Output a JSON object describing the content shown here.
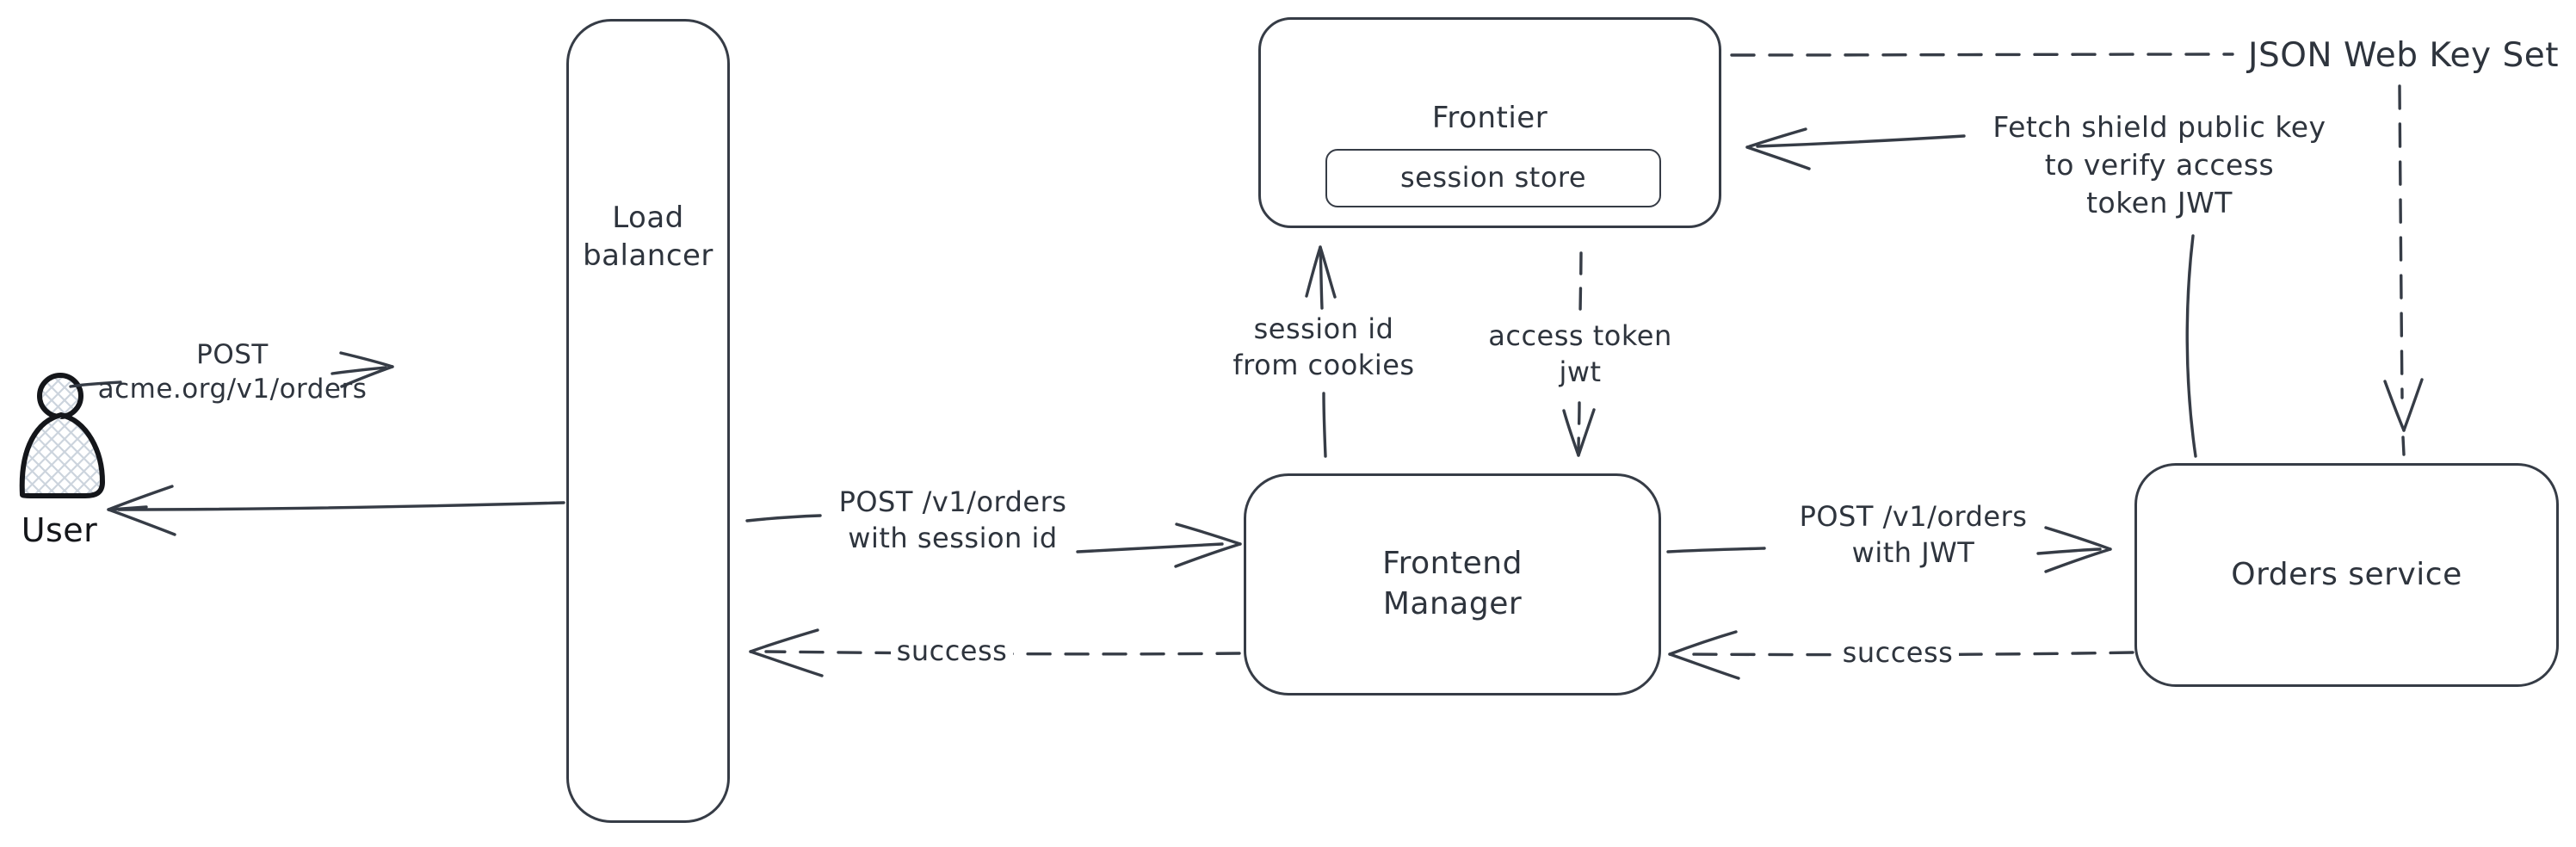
{
  "diagram": {
    "title": "Session to JWT exchange architecture",
    "colors": {
      "background": "#ffffff",
      "stroke": "#363c46",
      "text": "#2e343d",
      "user_icon_stroke": "#14161a",
      "user_icon_hatch": "#ccd4dd"
    },
    "nodes": {
      "user": {
        "label": "User"
      },
      "load_balancer": {
        "line1": "Load",
        "line2": "balancer"
      },
      "frontier": {
        "label": "Frontier",
        "session_store_label": "session store"
      },
      "frontend_manager": {
        "line1": "Frontend",
        "line2": "Manager"
      },
      "orders_service": {
        "label": "Orders service"
      }
    },
    "edges": {
      "user_to_lb": {
        "line1": "POST",
        "line2": "acme.org/v1/orders"
      },
      "lb_to_fm": {
        "line1": "POST /v1/orders",
        "line2": "with session id"
      },
      "fm_to_lb_success": {
        "label": "success"
      },
      "fm_to_orders": {
        "line1": "POST /v1/orders",
        "line2": "with JWT"
      },
      "orders_to_fm_success": {
        "label": "success"
      },
      "fm_to_frontier_session": {
        "line1": "session id",
        "line2": "from cookies"
      },
      "frontier_to_fm_token": {
        "line1": "access token",
        "line2": "jwt"
      },
      "orders_to_frontier_fetch": {
        "line1": "Fetch shield public key",
        "line2": "to verify access",
        "line3": "token JWT"
      },
      "jwks": {
        "label": "JSON Web Key Set"
      }
    }
  }
}
